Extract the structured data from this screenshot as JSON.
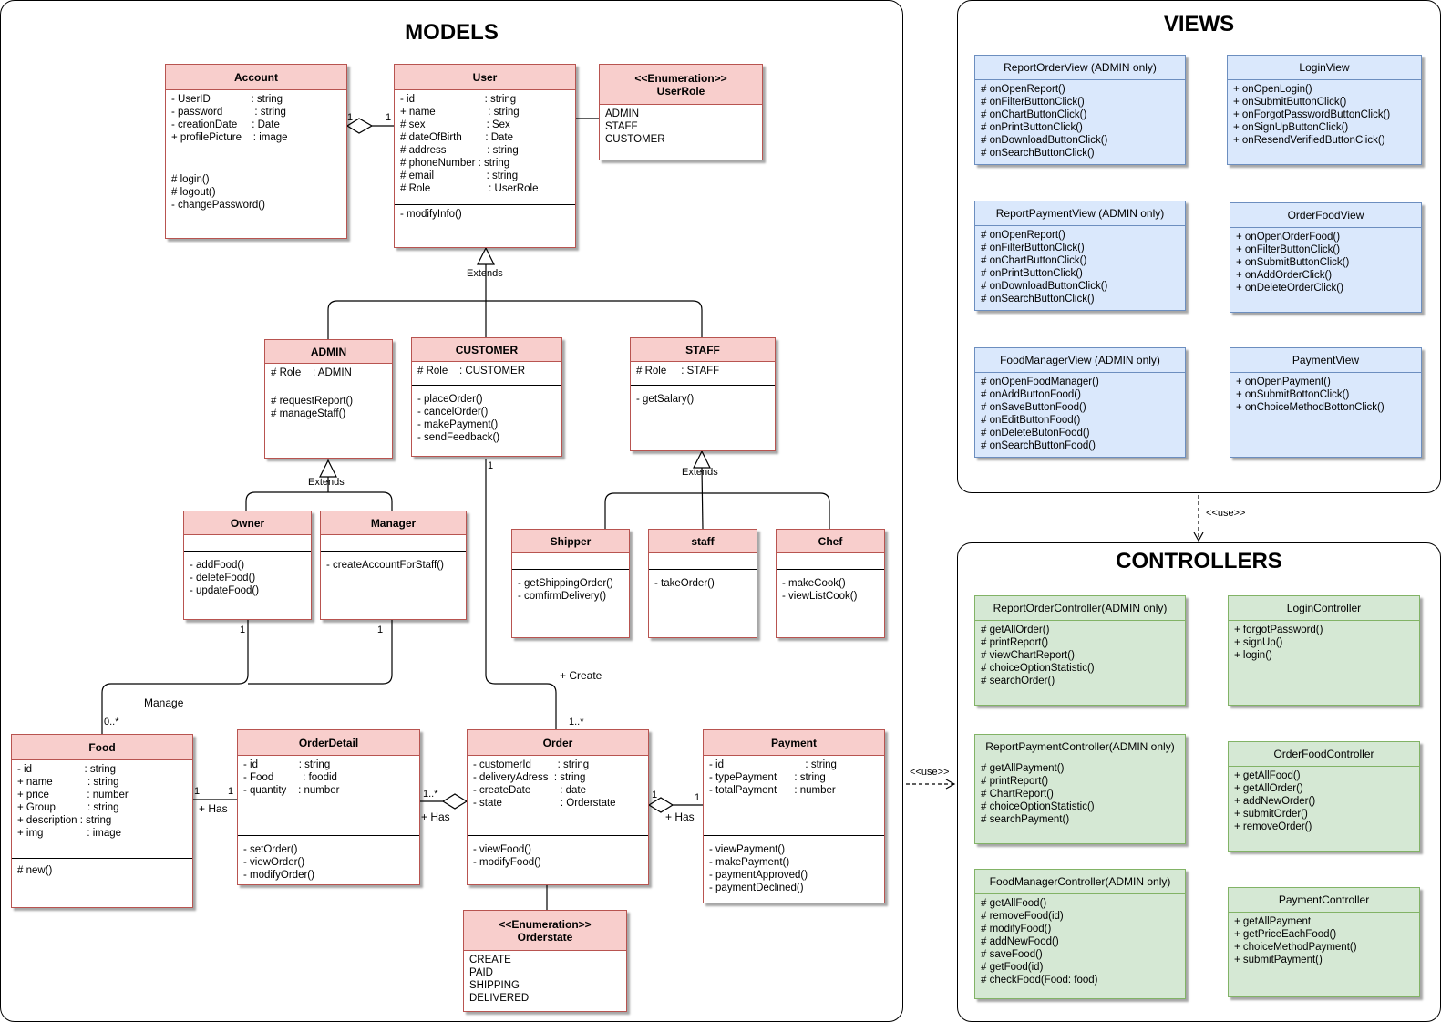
{
  "panels": {
    "models_title": "MODELS",
    "views_title": "VIEWS",
    "controllers_title": "CONTROLLERS"
  },
  "models": {
    "account": {
      "name": "Account",
      "attrs": "- UserID              : string\n- password           : string\n- creationDate     : Date\n+ profilePicture    : image",
      "ops": "# login()\n# logout()\n- changePassword()"
    },
    "user": {
      "name": "User",
      "attrs": "- id                        : string\n+ name                  : string\n# sex                     : Sex\n# dateOfBirth        : Date\n# address              : string\n# phoneNumber : string\n# email                  : string\n# Role                    : UserRole",
      "ops": "- modifyInfo()"
    },
    "userrole": {
      "stereotype": "<<Enumeration>>",
      "name": "UserRole",
      "values": "ADMIN\nSTAFF\nCUSTOMER"
    },
    "admin": {
      "name": "ADMIN",
      "attrs": "# Role    : ADMIN",
      "ops": "# requestReport()\n# manageStaff()"
    },
    "customer": {
      "name": "CUSTOMER",
      "attrs": "# Role    : CUSTOMER",
      "ops": "- placeOrder()\n- cancelOrder()\n- makePayment()\n- sendFeedback()"
    },
    "staff": {
      "name": "STAFF",
      "attrs": "# Role     : STAFF",
      "ops": "- getSalary()"
    },
    "owner": {
      "name": "Owner",
      "attrs": "",
      "ops": "- addFood()\n- deleteFood()\n- updateFood()"
    },
    "manager": {
      "name": "Manager",
      "attrs": "",
      "ops": "- createAccountForStaff()"
    },
    "shipper": {
      "name": "Shipper",
      "attrs": "",
      "ops": "- getShippingOrder()\n- comfirmDelivery()"
    },
    "staff2": {
      "name": "staff",
      "attrs": "",
      "ops": "- takeOrder()"
    },
    "chef": {
      "name": "Chef",
      "attrs": "",
      "ops": "- makeCook()\n- viewListCook()"
    },
    "food": {
      "name": "Food",
      "attrs": "- id                  : string\n+ name            : string\n+ price             : number\n+ Group           : string\n+ description : string\n+ img               : image",
      "ops": "# new()"
    },
    "orderdetail": {
      "name": "OrderDetail",
      "attrs": "- id              : string\n- Food          : foodid\n- quantity    : number",
      "ops": "- setOrder()\n- viewOrder()\n- modifyOrder()"
    },
    "order": {
      "name": "Order",
      "attrs": "- customerId         : string\n- deliveryAdress  : string\n- createDate          : date\n- state                    : Orderstate",
      "ops": "- viewFood()\n- modifyFood()"
    },
    "payment": {
      "name": "Payment",
      "attrs": "- id                            : string\n- typePayment      : string\n- totalPayment      : number",
      "ops": "- viewPayment()\n- makePayment()\n- paymentApproved()\n- paymentDeclined()"
    },
    "orderstate": {
      "stereotype": "<<Enumeration>>",
      "name": "Orderstate",
      "values": "CREATE\nPAID\nSHIPPING\nDELIVERED"
    }
  },
  "labels": {
    "extends1": "Extends",
    "extends2": "Extends",
    "extends3": "Extends",
    "acc_mult": "1",
    "user_mult": "1",
    "owner_mult": "1",
    "manager_mult": "1",
    "food_manage_mult": "0..*",
    "manage": "Manage",
    "customer_mult": "1",
    "create": "+ Create",
    "order_create_mult": "1..*",
    "food_has_mult": "1",
    "od_food_mult": "1",
    "has1": "+ Has",
    "od_order_mult": "1..*",
    "has2": "+ Has",
    "order_pay_mult": "1",
    "pay_mult": "1",
    "has3": "+ Has",
    "use1": "<<use>>",
    "use2": "<<use>>"
  },
  "views": {
    "reportorder": {
      "name": "ReportOrderView (ADMIN only)",
      "ops": "# onOpenReport()\n# onFilterButtonClick()\n# onChartButtonClick()\n# onPrintButtonClick()\n# onDownloadButtonClick()\n# onSearchButtonClick()"
    },
    "login": {
      "name": "LoginView",
      "ops": "+ onOpenLogin()\n+ onSubmitButtonClick()\n+ onForgotPasswordButtonClick()\n+ onSignUpButtonClick()\n+ onResendVerifiedButtonClick()"
    },
    "reportpayment": {
      "name": "ReportPaymentView (ADMIN only)",
      "ops": "# onOpenReport()\n# onFilterButtonClick()\n# onChartButtonClick()\n# onPrintButtonClick()\n# onDownloadButtonClick()\n# onSearchButtonClick()"
    },
    "orderfood": {
      "name": "OrderFoodView",
      "ops": "+ onOpenOrderFood()\n+ onFilterButtonClick()\n+ onSubmitButtonClick()\n+ onAddOrderClick()\n+ onDeleteOrderClick()"
    },
    "foodmanager": {
      "name": "FoodManagerView (ADMIN only)",
      "ops": "# onOpenFoodManager()\n# onAddButtonFood()\n# onSaveButtonFood()\n# onEditButtonFood()\n# onDeleteButonFood()\n# onSearchButtonFood()"
    },
    "payment": {
      "name": "PaymentView",
      "ops": "+ onOpenPayment()\n+ onSubmitBottonClick()\n+ onChoiceMethodBottonClick()"
    }
  },
  "controllers": {
    "reportorder": {
      "name": "ReportOrderController(ADMIN only)",
      "ops": "# getAllOrder()\n# printReport()\n# viewChartReport()\n# choiceOptionStatistic()\n# searchOrder()"
    },
    "login": {
      "name": "LoginController",
      "ops": "+ forgotPassword()\n+ signUp()\n+ login()"
    },
    "reportpayment": {
      "name": "ReportPaymentController(ADMIN only)",
      "ops": "# getAllPayment()\n# printReport()\n# ChartReport()\n# choiceOptionStatistic()\n# searchPayment()"
    },
    "orderfood": {
      "name": "OrderFoodController",
      "ops": "+ getAllFood()\n+ getAllOrder()\n+ addNewOrder()\n+ submitOrder()\n+ removeOrder()"
    },
    "foodmanager": {
      "name": "FoodManagerController(ADMIN only)",
      "ops": "# getAllFood()\n# removeFood(id)\n# modifyFood()\n# addNewFood()\n# saveFood()\n# getFood(id)\n# checkFood(Food: food)"
    },
    "payment": {
      "name": "PaymentController",
      "ops": "+ getAllPayment\n+ getPriceEachFood()\n+ choiceMethodPayment()\n+ submitPayment()"
    }
  }
}
